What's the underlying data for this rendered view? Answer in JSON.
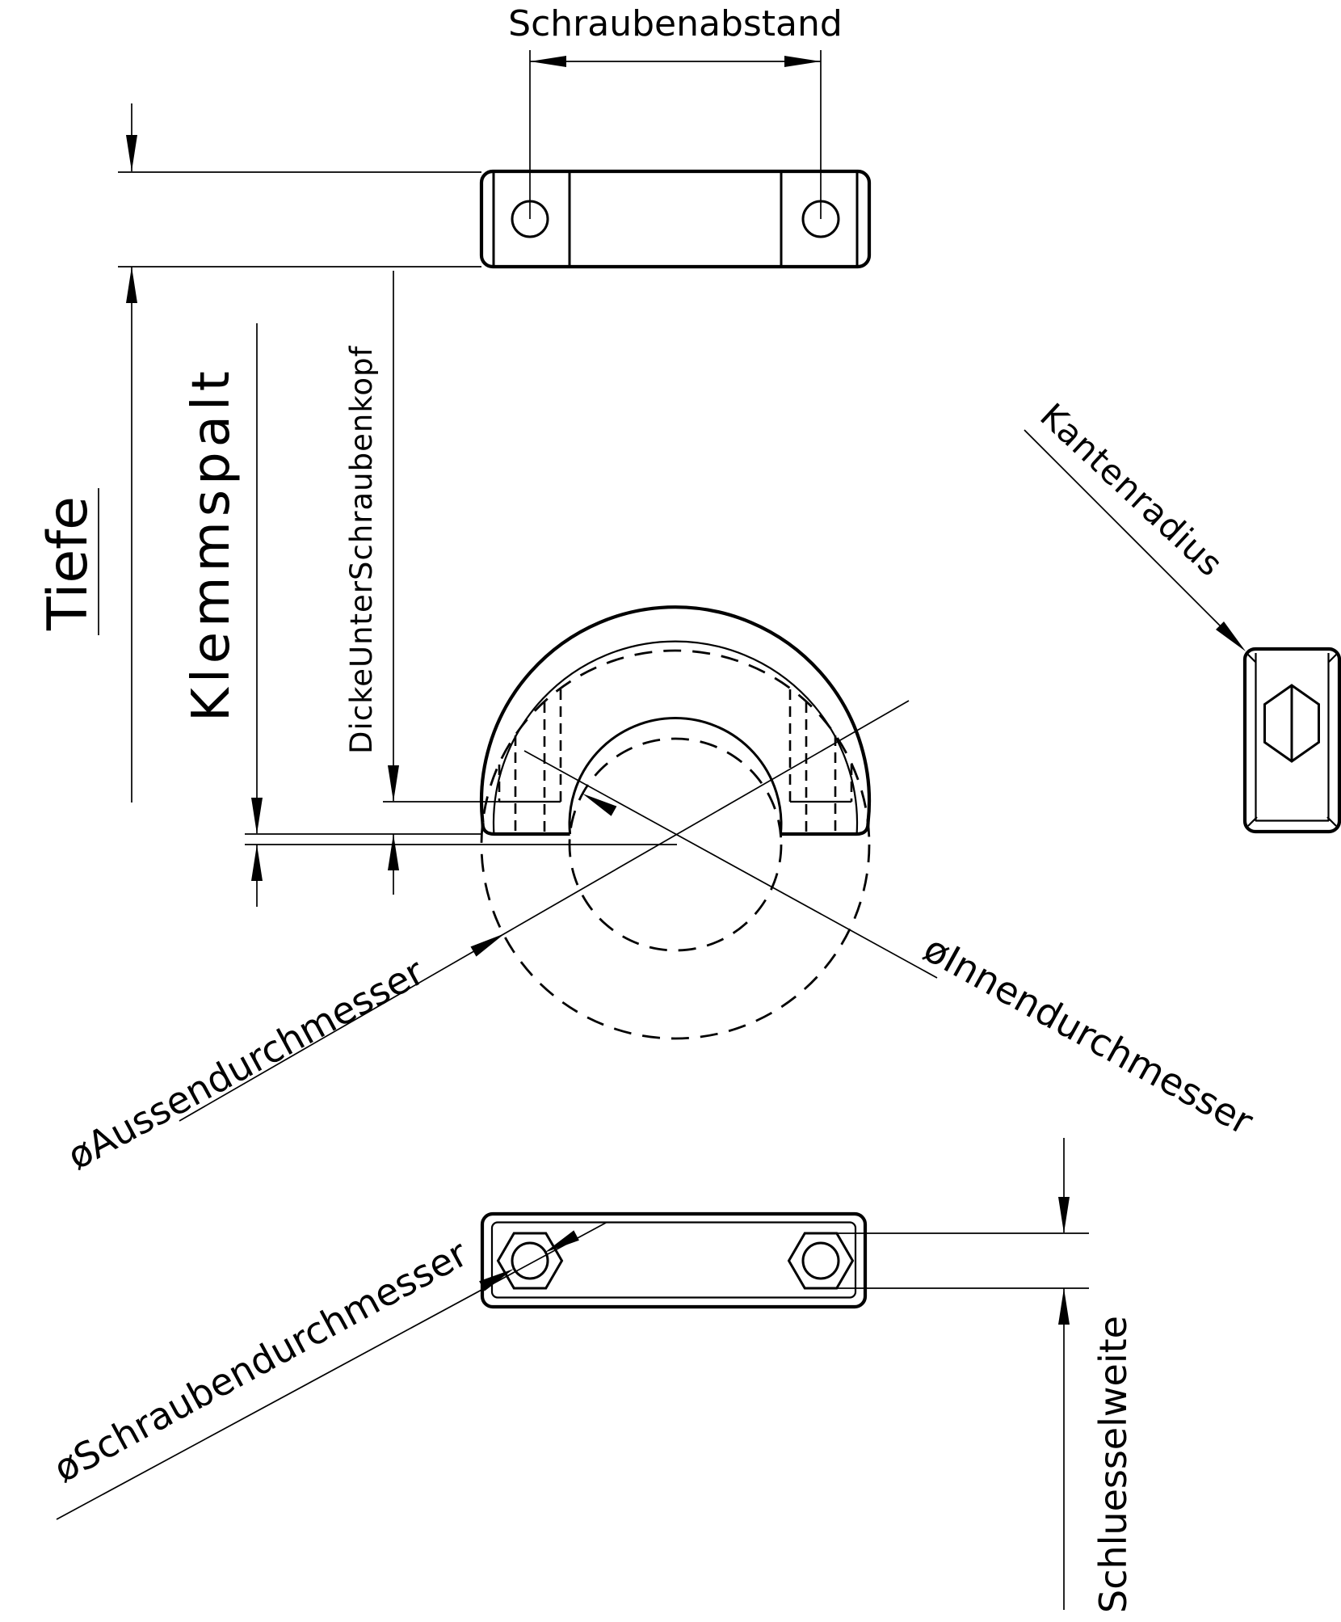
{
  "drawing": {
    "title": "Klemmring Zeichnung",
    "background_color": "#ffffff",
    "line_color": "#000000"
  },
  "labels": {
    "schraubenabstand": "Schraubenabstand",
    "tiefe": "Tiefe",
    "klemmspalt": "Klemmspalt",
    "dicke_unter_schraubenkopf": "DickeUnterSchraubenkopf",
    "kantenradius": "Kantenradius",
    "aussendurchmesser": "øAussendurchmesser",
    "innendurchmesser": "øInnendurchmesser",
    "schraubendurchmesser": "øSchraubendurchmesser",
    "schluesselweite": "Schluesselweite"
  }
}
